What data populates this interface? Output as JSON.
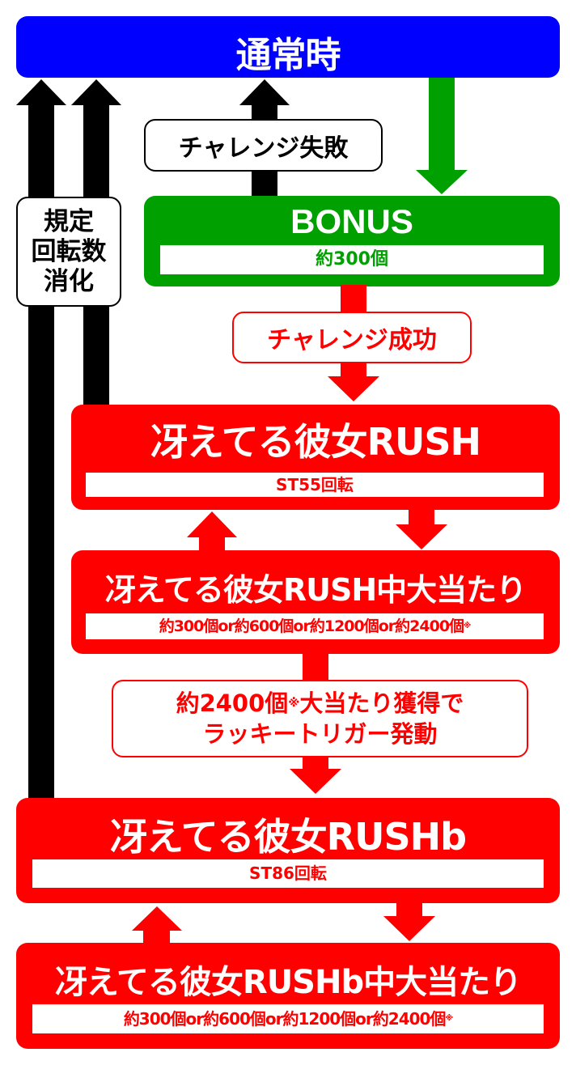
{
  "colors": {
    "normal": "#0000ff",
    "bonus": "#00a000",
    "rush": "#ff0000",
    "loop": "#000000"
  },
  "normal": {
    "title": "通常時"
  },
  "labels": {
    "challenge_fail": "チャレンジ失敗",
    "spin_limit_lines": [
      "規定",
      "回転数",
      "消化"
    ],
    "challenge_success": "チャレンジ成功",
    "lucky_trigger_line1": "約2400個",
    "lucky_trigger_note": "※",
    "lucky_trigger_line1b": "大当たり獲得で",
    "lucky_trigger_line2": "ラッキートリガー発動"
  },
  "bonus": {
    "title": "BONUS",
    "payout": "約300個"
  },
  "rush": {
    "title": "冴えてる彼女RUSH",
    "spins": "ST55回転"
  },
  "rush_hit": {
    "title": "冴えてる彼女RUSH中大当たり",
    "payout": "約300個or約600個or約1200個or約2400個",
    "note": "※"
  },
  "rushb": {
    "title": "冴えてる彼女RUSHb",
    "spins": "ST86回転"
  },
  "rushb_hit": {
    "title": "冴えてる彼女RUSHb中大当たり",
    "payout": "約300個or約600個or約1200個or約2400個",
    "note": "※"
  }
}
